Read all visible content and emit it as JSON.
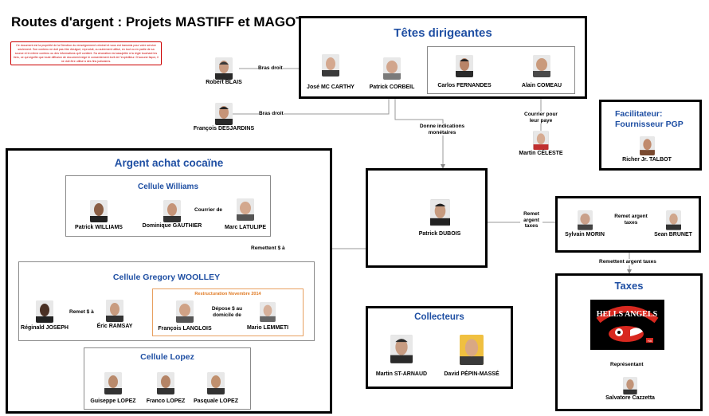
{
  "title": "Routes d'argent : Projets MASTIFF et MAGOT",
  "warning": "Ce document est la propriété de la Direction du renseignement criminel et vous est transmis pour votre service seulement. Son contenu ne doit pas être divulgué, reproduit, ou autrement utilisé, en tout ou en partie de sa source et le même contenu ou des informations qu'il contient. Sa circulation est assujettie à la règle touchant les tiers, ce qui signifie que toute diffusion de document exige le consentement écrit de l'expéditeur. D'aucune façon, il ne doit être utilisé à des fins judiciaires.",
  "sections": {
    "tetes": "Têtes dirigeantes",
    "argent": "Argent achat cocaïne",
    "williams": "Cellule Williams",
    "woolley": "Cellule Gregory WOOLLEY",
    "restructuration": "Restructuration Novembre 2014",
    "lopez": "Cellule Lopez",
    "collecteurs": "Collecteurs",
    "facilitateur": "Facilitateur: Fournisseur PGP",
    "taxes": "Taxes"
  },
  "people": {
    "robert_blais": "Robert BLAIS",
    "jose_mc_carthy": "José MC CARTHY",
    "patrick_corbeil": "Patrick CORBEIL",
    "carlos_fernandes": "Carlos FERNANDES",
    "alain_comeau": "Alain COMEAU",
    "francois_desjardins": "François DESJARDINS",
    "martin_celeste": "Martin CÉLESTE",
    "richer_talbot": "Richer Jr. TALBOT",
    "patrick_williams": "Patrick WILLIAMS",
    "dominique_gauthier": "Dominique GAUTHIER",
    "marc_latulipe": "Marc LATULIPE",
    "patrick_dubois": "Patrick DUBOIS",
    "sylvain_morin": "Sylvain MORIN",
    "sean_brunet": "Sean BRUNET",
    "reginald_joseph": "Réginald JOSEPH",
    "eric_ramsay": "Éric RAMSAY",
    "francois_langlois": "François LANGLOIS",
    "mario_lemmeti": "Mario LEMMETI",
    "martin_st_arnaud": "Martin ST-ARNAUD",
    "david_pepin_masse": "David PÉPIN-MASSÉ",
    "guiseppe_lopez": "Guiseppe LOPEZ",
    "franco_lopez": "Franco LOPEZ",
    "pasquale_lopez": "Pasquale LOPEZ",
    "salvatore_cazzetta": "Salvatore Cazzetta"
  },
  "edges": {
    "bras_droit_1": "Bras droit",
    "bras_droit_2": "Bras droit",
    "courrier_pour_leur_paye": "Courrier pour leur paye",
    "donne_indications": "Donne indications monétaires",
    "courrier_de": "Courrier de",
    "remet_argent_taxes_1": "Remet argent taxes",
    "remet_argent_taxes_2": "Remet argent taxes",
    "remettent_argent_taxes": "Remettent argent taxes",
    "remettent_dollar": "Remettent $ à",
    "remet_dollar": "Remet $ à",
    "depose": "Dépose $ au domicile de",
    "representant": "Représentant"
  },
  "logo": {
    "text": "HELLS ANGELS",
    "mark": "HA",
    "color": "#d8281f"
  }
}
